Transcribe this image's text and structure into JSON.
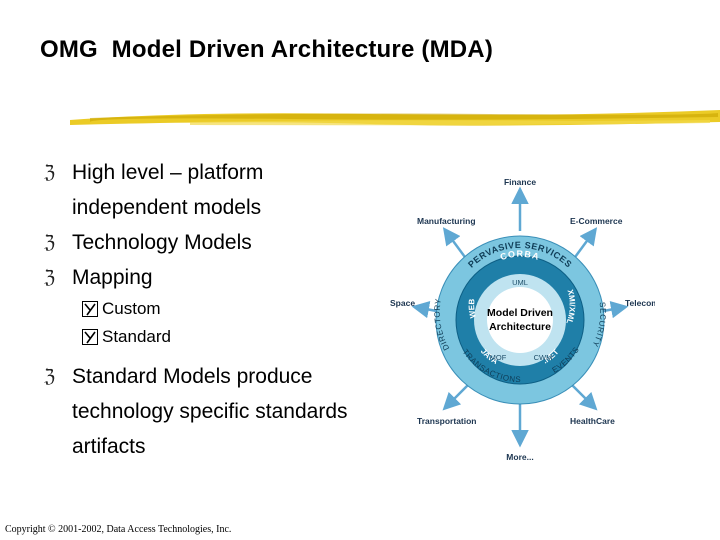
{
  "slide": {
    "title": "OMG  Model Driven Architecture (MDA)",
    "colors": {
      "underline": "#e8c200",
      "ring_outer": "#7cc6e0",
      "ring_mid": "#1f7fa8",
      "arrow": "#5fa8d3"
    }
  },
  "bullets": [
    {
      "icon": "z-bullet-icon",
      "text": "High level – platform independent models"
    },
    {
      "icon": "z-bullet-icon",
      "text": "Technology Models"
    },
    {
      "icon": "z-bullet-icon",
      "text": "Mapping",
      "sub": [
        {
          "icon": "y-bullet-icon",
          "text": "Custom"
        },
        {
          "icon": "y-bullet-icon",
          "text": "Standard"
        }
      ]
    },
    {
      "icon": "z-bullet-icon",
      "text": "Standard Models produce technology specific standards artifacts"
    }
  ],
  "diagram": {
    "center": [
      "Model Driven",
      "Architecture"
    ],
    "core_labels": {
      "uml": "UML",
      "mof": "MOF",
      "cwm": "CWM"
    },
    "ring_labels": {
      "corba": "CORBA",
      "xmi": "XMI/XML",
      "net": ".NET",
      "java": "JAVA",
      "web": "WEB"
    },
    "outer_labels": {
      "pervasive": "PERVASIVE SERVICES",
      "security": "SECURITY",
      "events": "EVENTS",
      "transactions": "TRANSACTIONS",
      "directory": "DIRECTORY"
    },
    "spokes": {
      "finance": "Finance",
      "ecommerce": "E-Commerce",
      "telecom": "Telecom",
      "healthcare": "HealthCare",
      "more": "More...",
      "transportation": "Transportation",
      "space": "Space",
      "manufacturing": "Manufacturing"
    }
  },
  "footer": {
    "copyright": "Copyright © 2001-2002, Data Access Technologies, Inc."
  }
}
